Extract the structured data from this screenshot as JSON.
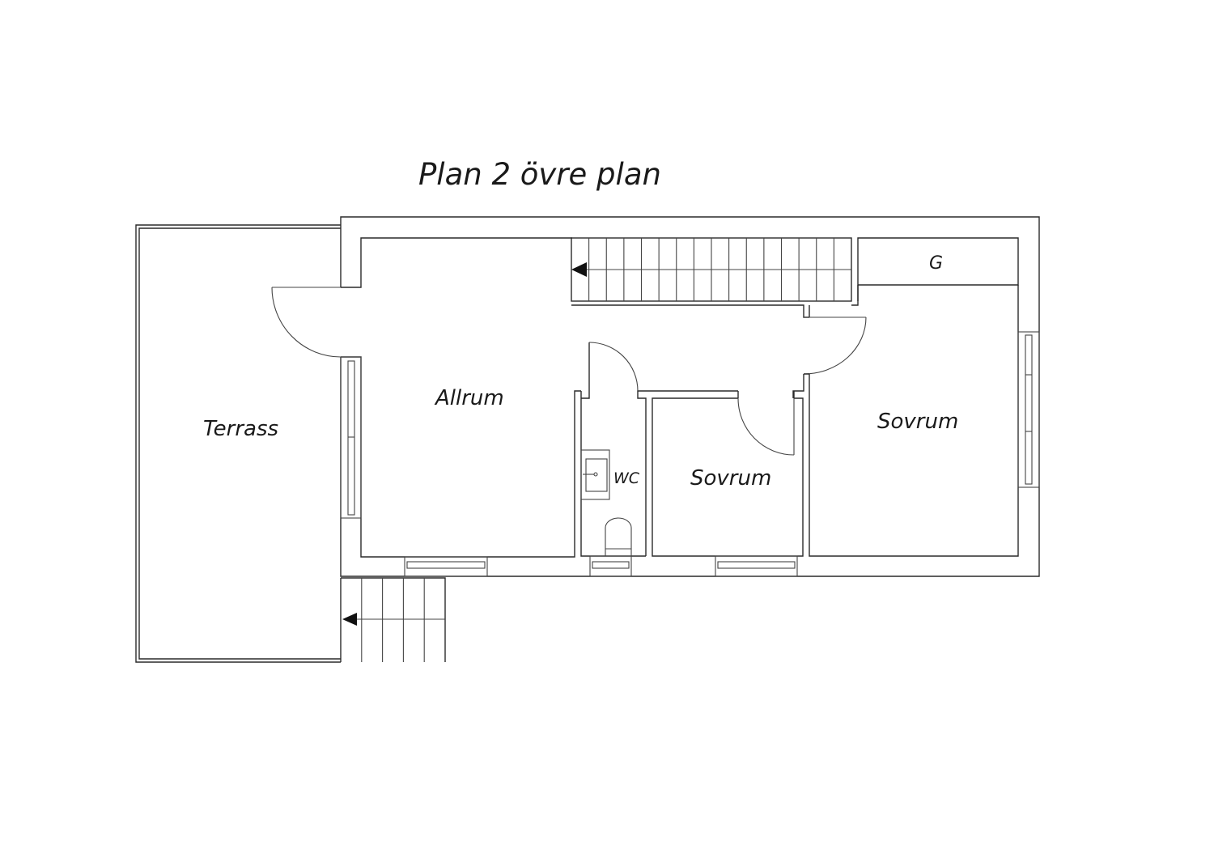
{
  "title": "Plan 2 övre plan",
  "rooms": {
    "terrace": "Terrass",
    "living": "Allrum",
    "wc": "WC",
    "bedroom_small": "Sovrum",
    "bedroom_large": "Sovrum",
    "storage": "G"
  },
  "colors": {
    "line": "#2a2a2a",
    "background": "#ffffff"
  }
}
